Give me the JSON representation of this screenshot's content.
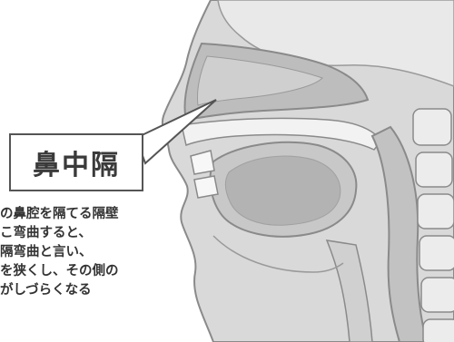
{
  "label": "鼻中隔",
  "caption_lines": [
    "の鼻腔を隔てる隔壁",
    "こ弯曲すると、",
    "隔弯曲と言い、",
    "を狭くし、その側の",
    "がしづらくなる"
  ],
  "colors": {
    "outline": "#8a8a8a",
    "fill_light": "#d6d6d6",
    "fill_mid": "#bdbdbd",
    "fill_dark": "#a9a9a9",
    "highlight": "#f4f4f4",
    "text": "#333333"
  }
}
